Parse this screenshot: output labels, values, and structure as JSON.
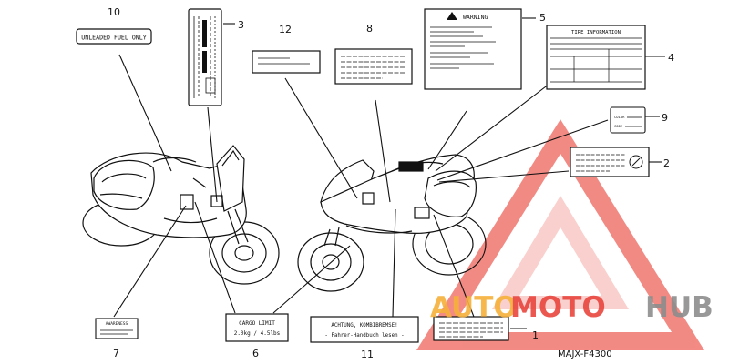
{
  "diagram": {
    "part_code": "MAJX-F4300",
    "callouts": [
      {
        "number": "1"
      },
      {
        "number": "2"
      },
      {
        "number": "3"
      },
      {
        "number": "4"
      },
      {
        "number": "5"
      },
      {
        "number": "6"
      },
      {
        "number": "7"
      },
      {
        "number": "8"
      },
      {
        "number": "9"
      },
      {
        "number": "10"
      },
      {
        "number": "11"
      },
      {
        "number": "12"
      }
    ],
    "labels": {
      "unleaded": "UNLEADED FUEL ONLY",
      "warning": "WARNING",
      "tire_info": "TIRE INFORMATION",
      "cargo_line1": "CARGO LIMIT",
      "cargo_line2": "2.0kg / 4.5lbs",
      "awareness": "AWARENESS",
      "achtung_line1": "ACHTUNG, KOMBIBREMSE!",
      "achtung_line2": "- Fahrer-Handbuch lesen -",
      "label9_line1": "COLOR",
      "label9_line2": "CODE"
    }
  },
  "watermark": {
    "part1": "AUTO",
    "part2": "MOTO",
    "part3": "HUB",
    "colors": {
      "orange": "#f6b13a",
      "red": "#e8463e",
      "grey": "#8d8d8d"
    }
  }
}
